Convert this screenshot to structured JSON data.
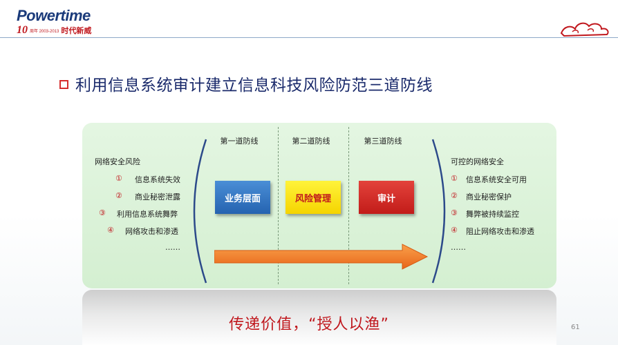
{
  "logo": {
    "brand": "Powertime",
    "ten": "10",
    "years": "周年 2003-2013",
    "tagline": "时代新威"
  },
  "title": "利用信息系统审计建立信息科技风险防范三道防线",
  "columns": [
    "第一道防线",
    "第二道防线",
    "第三道防线"
  ],
  "boxes": [
    "业务层面",
    "风险管理",
    "审计"
  ],
  "risks": {
    "heading": "网络安全风险",
    "items": [
      {
        "num": "①",
        "text": "信息系统失效"
      },
      {
        "num": "②",
        "text": "商业秘密泄露"
      },
      {
        "num": "③",
        "text": "利用信息系统舞弊"
      },
      {
        "num": "④",
        "text": "网络攻击和渗透"
      }
    ],
    "more": "……"
  },
  "controls": {
    "heading": "可控的网络安全",
    "items": [
      {
        "num": "①",
        "text": "信息系统安全可用"
      },
      {
        "num": "②",
        "text": "商业秘密保护"
      },
      {
        "num": "③",
        "text": "舞弊被持续监控"
      },
      {
        "num": "④",
        "text": "阻止网络攻击和渗透"
      }
    ],
    "more": "……"
  },
  "slogan": "传递价值，“授人以渔”",
  "page_number": "61",
  "colors": {
    "title": "#1a2a6b",
    "accent_red": "#c0171d",
    "panel_green": "#d4efd1",
    "arrow_orange": "#f47a1e"
  }
}
